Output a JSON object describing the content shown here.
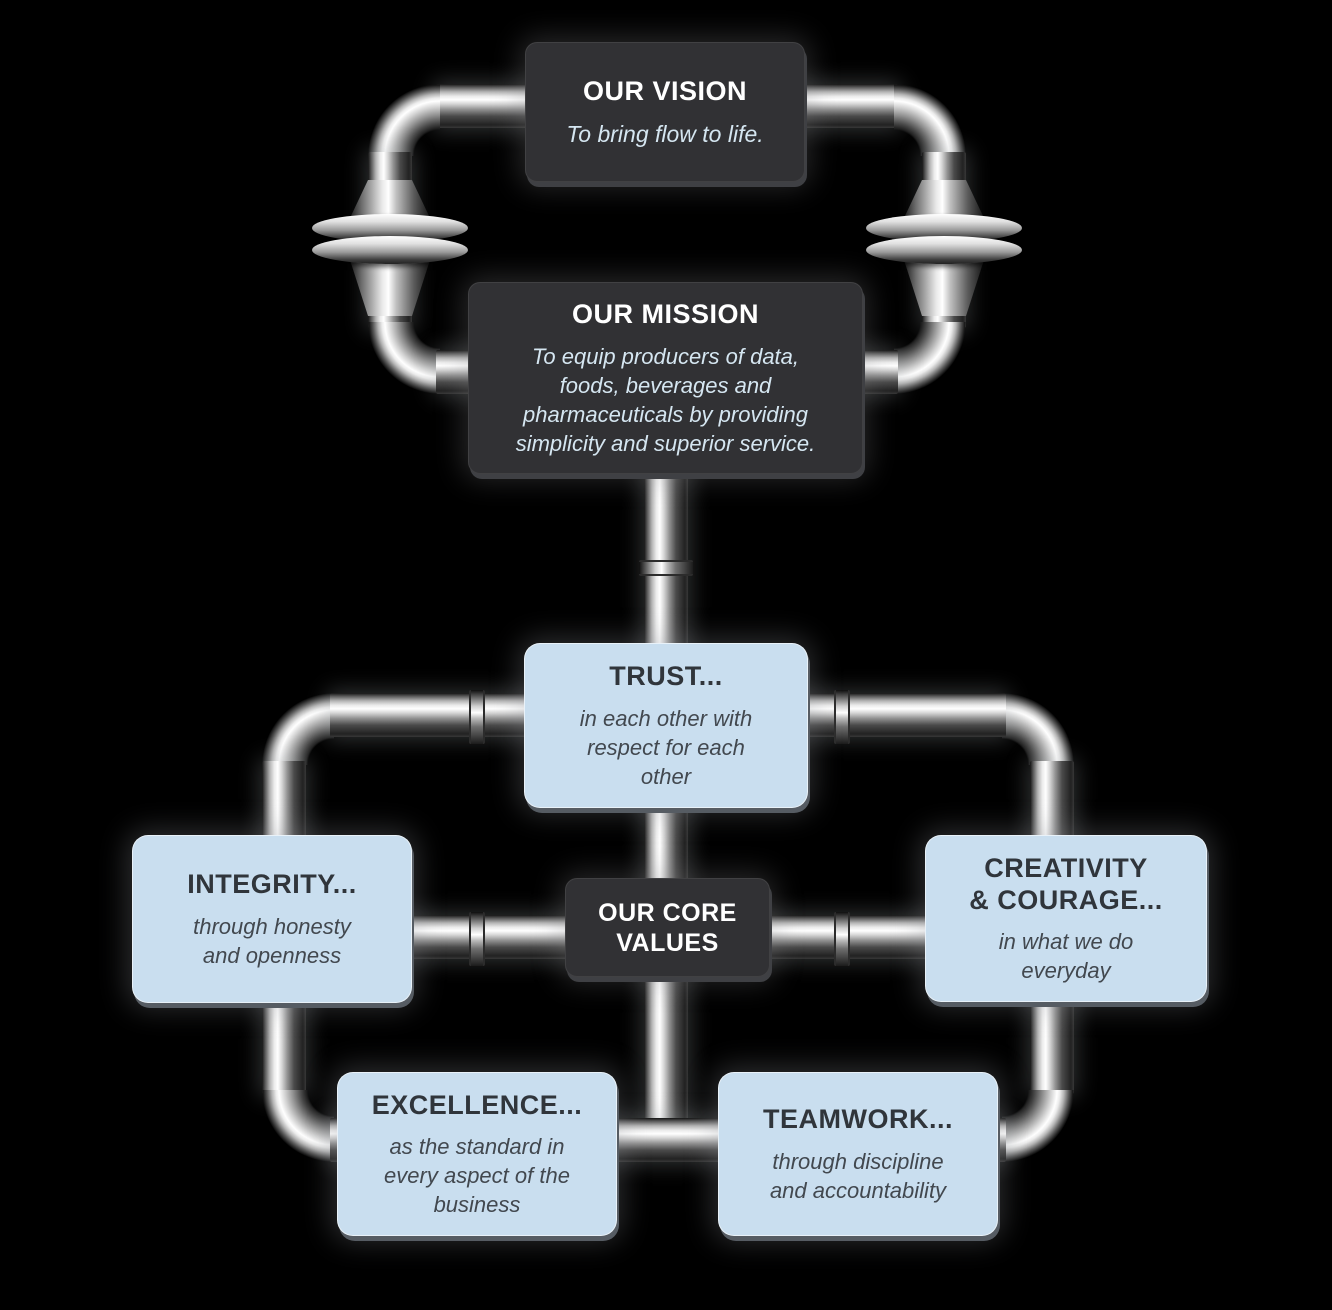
{
  "colors": {
    "background": "#000000",
    "dark_box": "#313134",
    "light_box": "#c9deef",
    "dark_box_title": "#ffffff",
    "dark_box_body": "#d5e6f1",
    "light_box_title": "#30353b",
    "light_box_body": "#42484f",
    "pipe_highlight": "#ffffff",
    "pipe_shadow": "#141414"
  },
  "nodes": {
    "vision": {
      "title": "OUR VISION",
      "body": "To bring flow to life."
    },
    "mission": {
      "title": "OUR MISSION",
      "body": "To equip producers of data,\nfoods, beverages and\npharmaceuticals by providing\nsimplicity and superior service."
    },
    "trust": {
      "title": "TRUST...",
      "body": "in each other with\nrespect for each\nother"
    },
    "integrity": {
      "title": "INTEGRITY...",
      "body": "through honesty\nand openness"
    },
    "core_values": {
      "title": "OUR CORE\nVALUES"
    },
    "creativity": {
      "title": "CREATIVITY\n& COURAGE...",
      "body": "in what we do\neveryday"
    },
    "excellence": {
      "title": "EXCELLENCE...",
      "body": "as the standard in\nevery aspect of the\nbusiness"
    },
    "teamwork": {
      "title": "TEAMWORK...",
      "body": "through discipline\nand accountability"
    }
  }
}
